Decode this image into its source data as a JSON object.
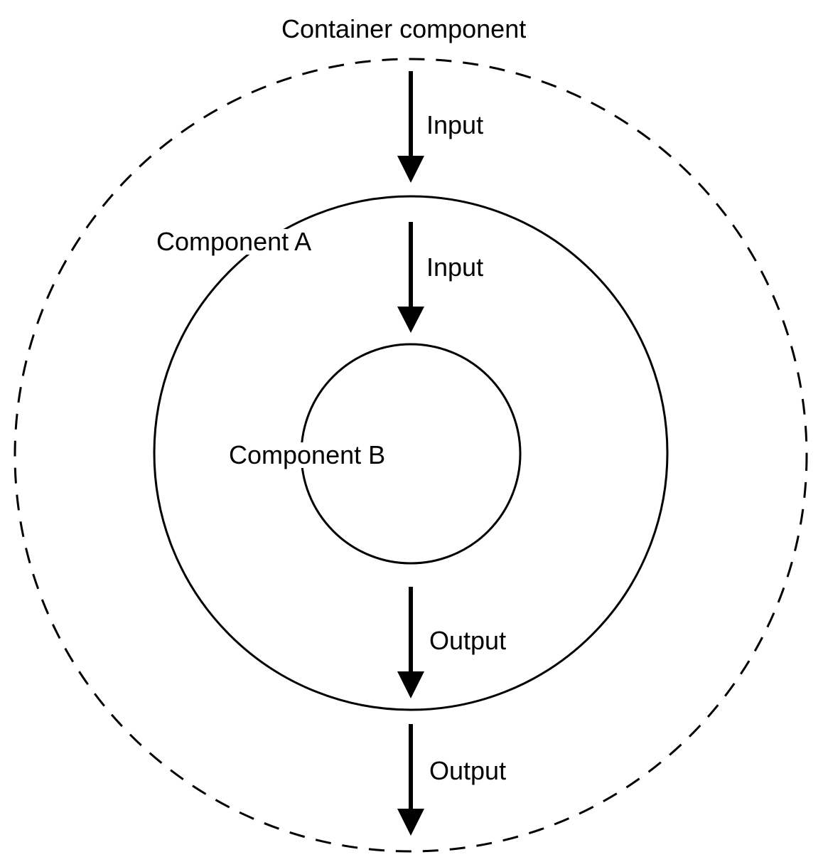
{
  "diagram": {
    "container": {
      "label": "Container component",
      "border_style": "dashed"
    },
    "component_a": {
      "label": "Component A",
      "border_style": "solid"
    },
    "component_b": {
      "label": "Component B",
      "border_style": "solid"
    },
    "arrows": [
      {
        "from": "container",
        "to": "component_a",
        "label": "Input"
      },
      {
        "from": "component_a",
        "to": "component_b",
        "label": "Input"
      },
      {
        "from": "component_b",
        "to": "component_a",
        "label": "Output"
      },
      {
        "from": "component_a",
        "to": "container",
        "label": "Output"
      }
    ]
  },
  "colors": {
    "stroke": "#000000",
    "background": "#ffffff"
  }
}
